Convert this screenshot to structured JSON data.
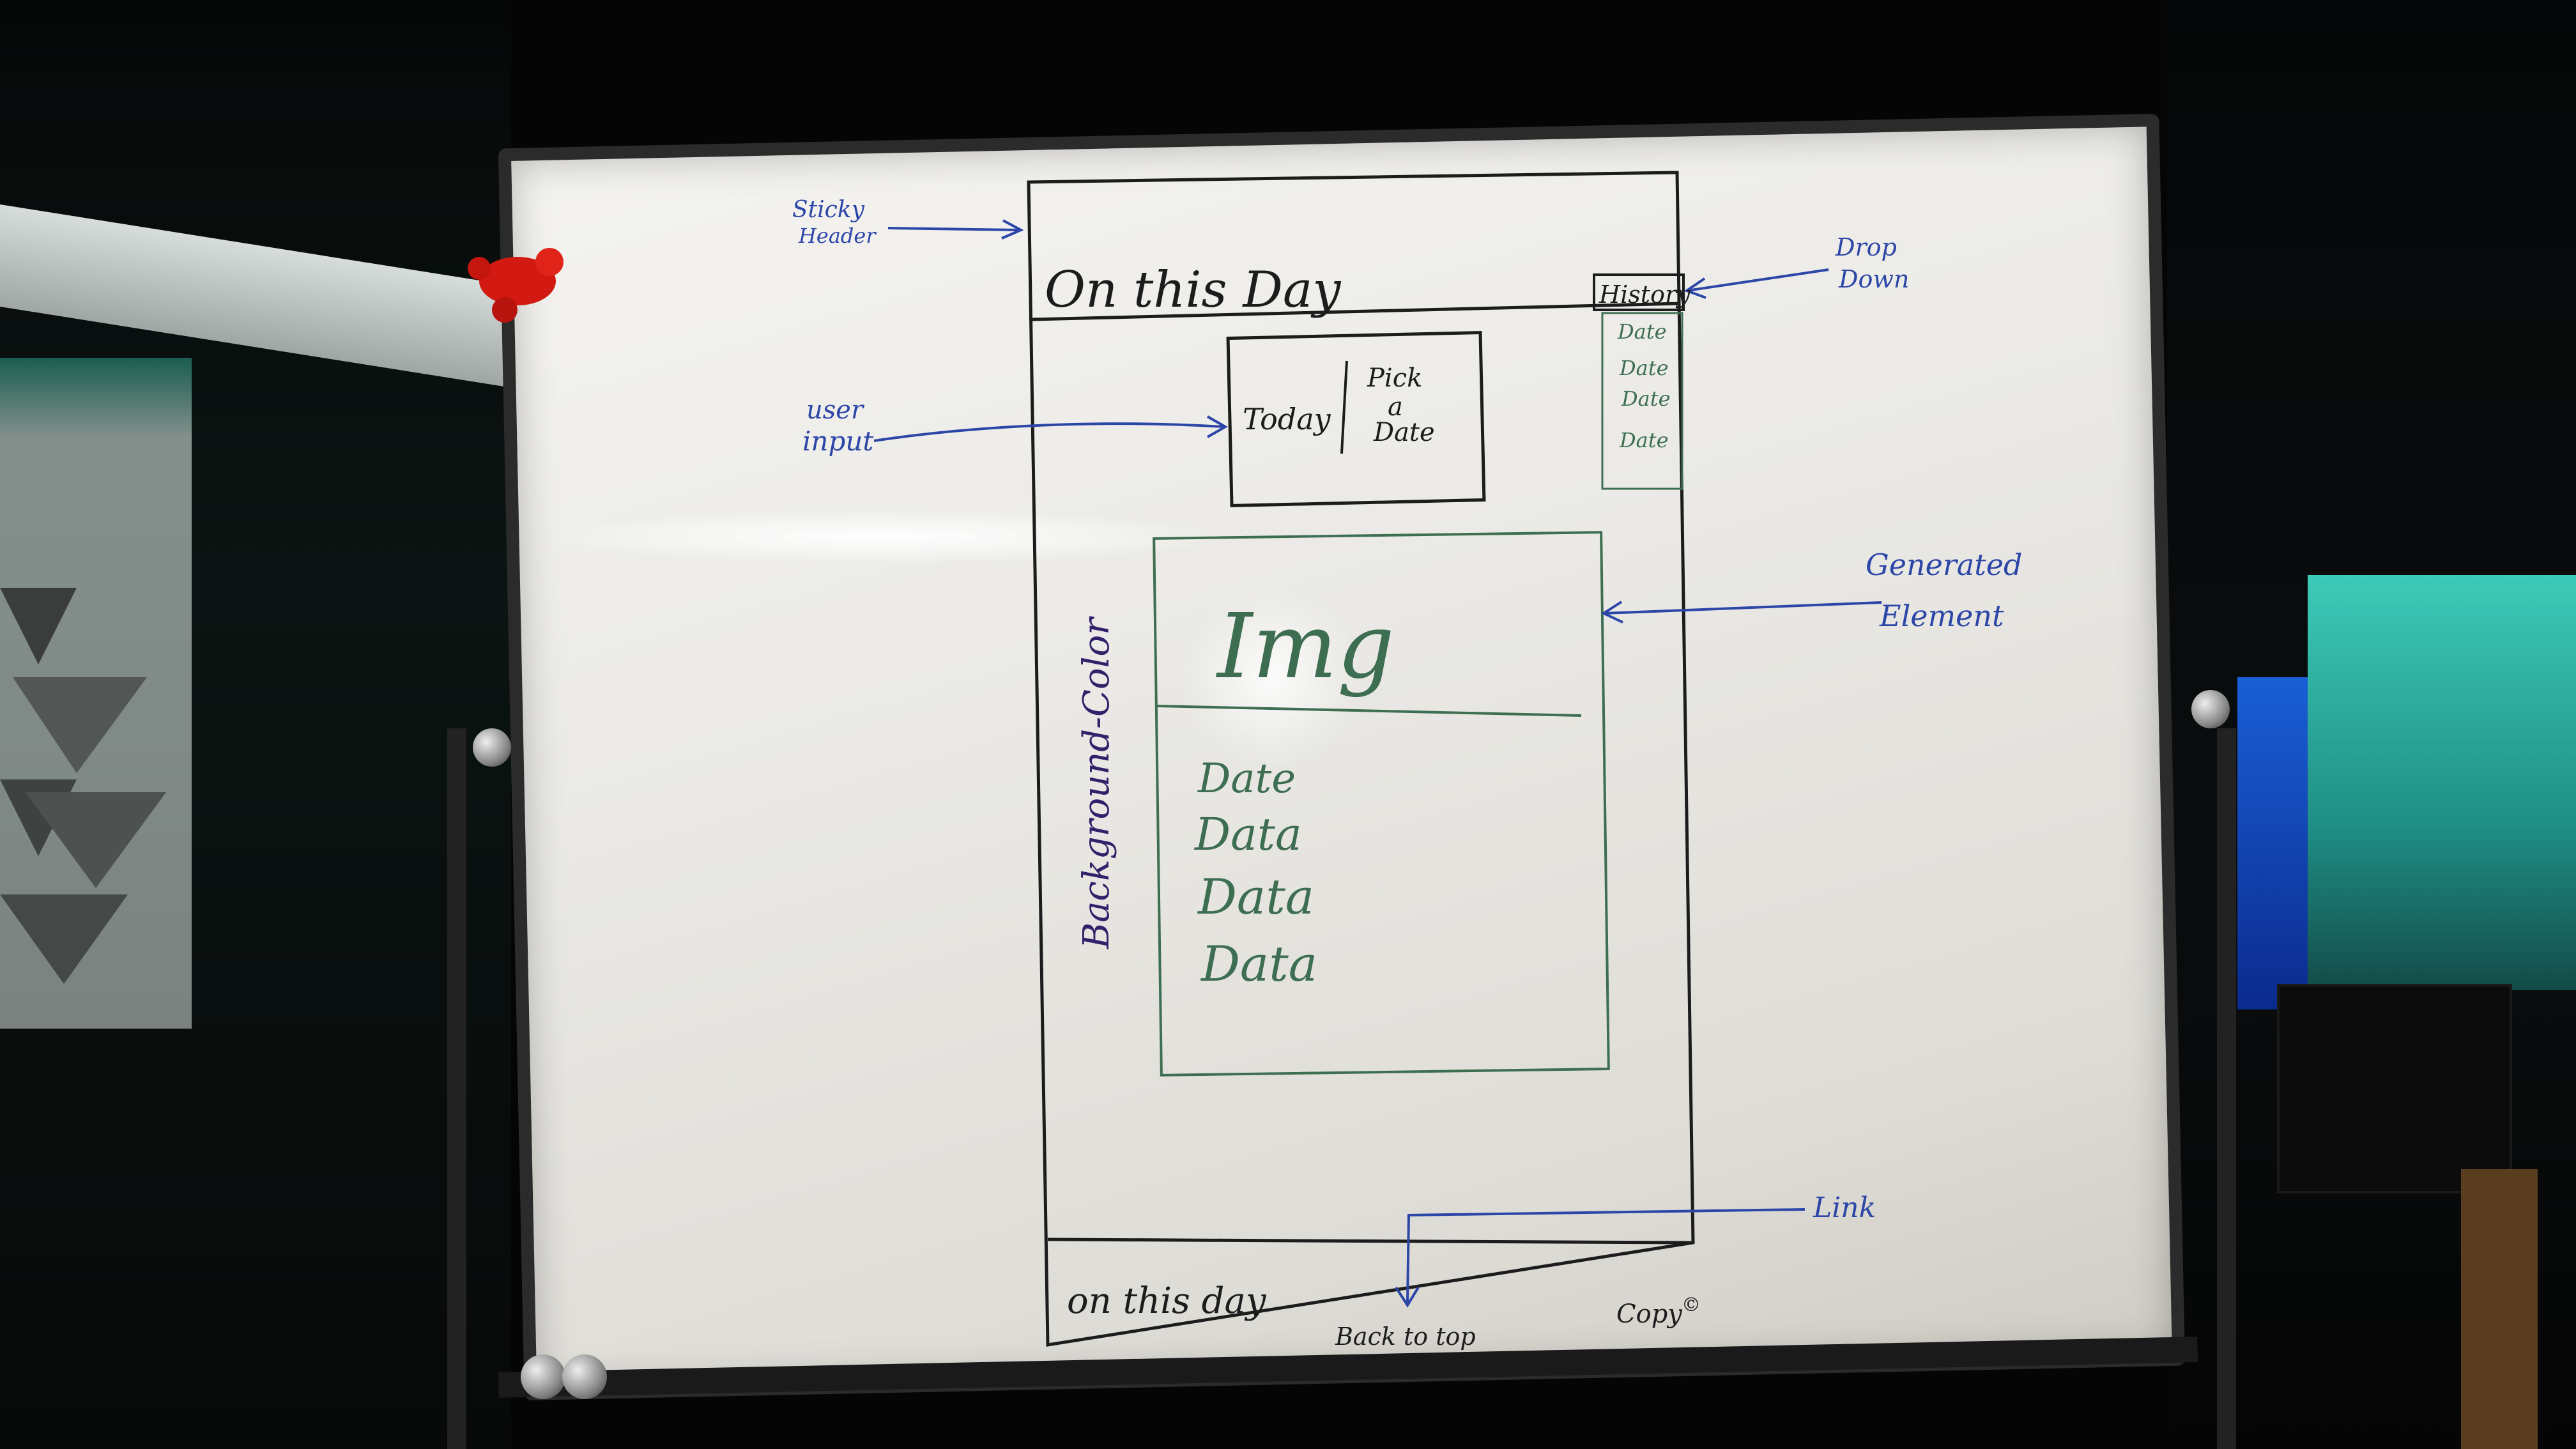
{
  "wireframe": {
    "header_title": "On this Day",
    "dropdown_button": "History",
    "dropdown_items": [
      "Date",
      "Date",
      "Date",
      "Date"
    ],
    "input_today": "Today",
    "input_pick_a_date": [
      "Pick",
      "a",
      "Date"
    ],
    "card_image": "Img",
    "card_data_lines": [
      "Date",
      "Data",
      "Data",
      "Data"
    ],
    "background_label": "Background-Color",
    "footer_left": "on this day",
    "footer_link": "Back to top",
    "footer_right": "Copy"
  },
  "annotations": {
    "sticky_header": [
      "Sticky",
      "Header"
    ],
    "user_input": [
      "user",
      "input"
    ],
    "drop_down": [
      "Drop",
      "Down"
    ],
    "generated_element": [
      "Generated",
      "Element"
    ],
    "link": "Link"
  },
  "colors": {
    "wireframe_ink": "#1c1c1c",
    "annotation_ink": "#2c46a8",
    "card_ink": "#3d6e52",
    "background_label_ink": "#32216a",
    "board": "#eeede9",
    "teal_light": "#3dcab8"
  }
}
